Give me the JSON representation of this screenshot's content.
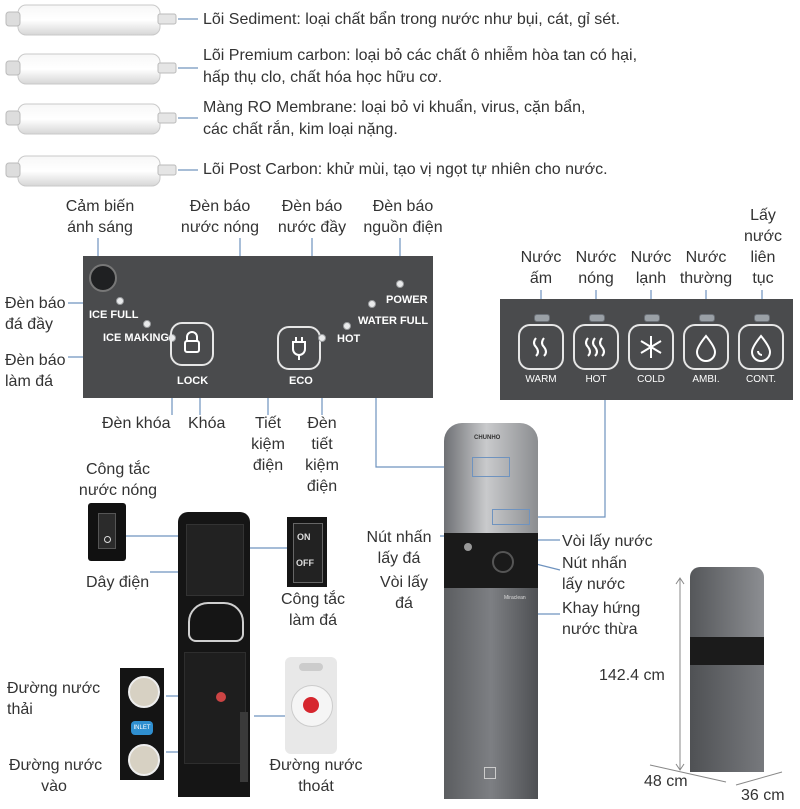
{
  "filters": [
    {
      "lines": [
        "Lõi Sediment: loại chất bẩn trong nước như bụi, cát, gỉ sét."
      ]
    },
    {
      "lines": [
        "Lõi Premium carbon: loại bỏ các chất ô nhiễm hòa tan có hại,",
        "hấp thụ clo, chất hóa học hữu cơ."
      ]
    },
    {
      "lines": [
        "Màng RO Membrane: loại bỏ vi khuẩn, virus, cặn bẩn,",
        "các chất rắn, kim loại nặng."
      ]
    },
    {
      "lines": [
        "Lõi Post Carbon: khử mùi, tạo vị ngọt tự nhiên cho nước."
      ]
    }
  ],
  "left_panel": {
    "callouts": {
      "light_sensor": [
        "Cảm biến",
        "ánh sáng"
      ],
      "hot_indicator": [
        "Đèn báo",
        "nước nóng"
      ],
      "full_indicator": [
        "Đèn báo",
        "nước đầy"
      ],
      "power_indicator": [
        "Đèn báo",
        "nguồn điện"
      ],
      "ice_full_indicator": [
        "Đèn báo",
        "đá đầy"
      ],
      "ice_making_indicator": [
        "Đèn báo",
        "làm đá"
      ],
      "lock_light": "Đèn khóa",
      "lock": "Khóa",
      "eco": [
        "Tiết",
        "kiệm",
        "điện"
      ],
      "eco_light": [
        "Đèn",
        "tiết",
        "kiệm",
        "điện"
      ]
    },
    "panel_labels": {
      "ice_full": "ICE FULL",
      "ice_making": "ICE MAKING",
      "lock": "LOCK",
      "eco": "ECO",
      "hot": "HOT",
      "water_full": "WATER FULL",
      "power": "POWER"
    }
  },
  "right_panel": {
    "callouts": [
      [
        "Nước",
        "ấm"
      ],
      [
        "Nước",
        "nóng"
      ],
      [
        "Nước",
        "lạnh"
      ],
      [
        "Nước",
        "thường"
      ],
      [
        "Lấy",
        "nước",
        "liên",
        "tục"
      ]
    ],
    "buttons": [
      "WARM",
      "HOT",
      "COLD",
      "AMBI.",
      "CONT."
    ]
  },
  "back_view": {
    "hot_switch": [
      "Công tắc",
      "nước nóng"
    ],
    "power_cord": "Dây điện",
    "ice_switch": [
      "Công tắc",
      "làm đá"
    ],
    "ice_switch_on": "ON",
    "ice_switch_off": "OFF",
    "drain_line": [
      "Đường nước",
      "thải"
    ],
    "inlet_line": [
      "Đường nước",
      "vào"
    ],
    "outlet_line": [
      "Đường nước",
      "thoát"
    ],
    "inlet_tag": "INLET"
  },
  "front_view": {
    "brand": "CHUNHO",
    "model": "Miraclean",
    "ice_button": [
      "Nút nhấn",
      "lấy đá"
    ],
    "ice_spout": [
      "Vòi lấy",
      "đá"
    ],
    "water_spout": "Vòi lấy nước",
    "water_button": [
      "Nút nhấn",
      "lấy nước"
    ],
    "drip_tray": [
      "Khay hứng",
      "nước thừa"
    ]
  },
  "dimensions": {
    "height": "142.4 cm",
    "width": "48 cm",
    "depth": "36 cm"
  }
}
